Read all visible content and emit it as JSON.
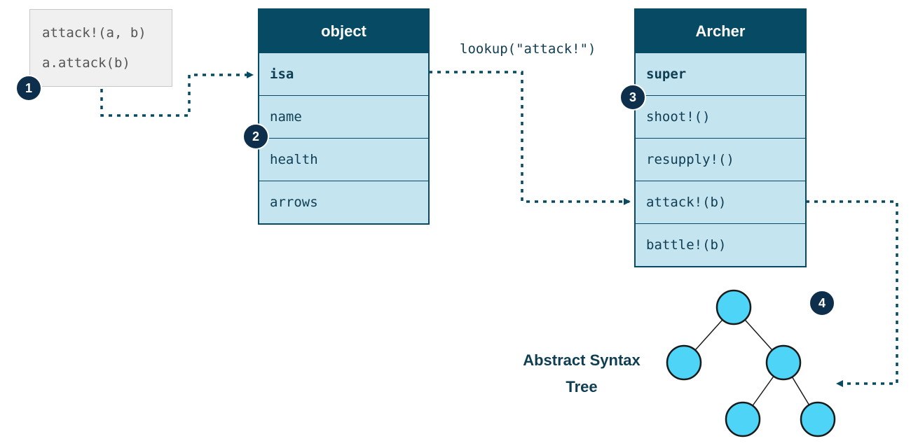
{
  "code_box": {
    "lines": [
      "attack!(a, b)",
      "a.attack(b)"
    ]
  },
  "object_table": {
    "title": "object",
    "rows": [
      "isa",
      "name",
      "health",
      "arrows"
    ]
  },
  "archer_table": {
    "title": "Archer",
    "rows": [
      "super",
      "shoot!()",
      "resupply!()",
      "attack!(b)",
      "battle!(b)"
    ]
  },
  "lookup_label": "lookup(\"attack!\")",
  "ast_label": {
    "line1": "Abstract Syntax",
    "line2": "Tree"
  },
  "badges": [
    "1",
    "2",
    "3",
    "4"
  ],
  "colors": {
    "dark": "#064a63",
    "cell": "#c4e4f0",
    "node": "#4dd4f7",
    "badge": "#0e2f4c"
  }
}
